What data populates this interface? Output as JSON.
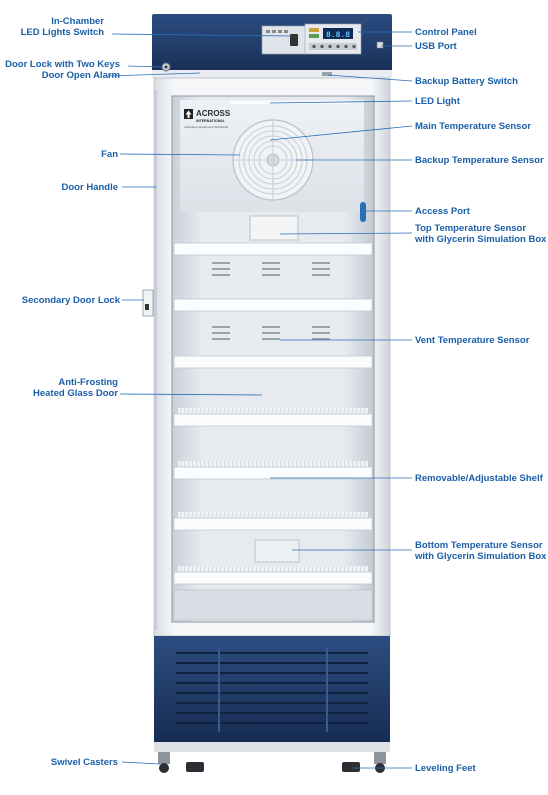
{
  "brand": {
    "logo_line1": "ACROSS",
    "logo_line2": "INTERNATIONAL",
    "logo_line3": "Laboratory Equipment Worldwide"
  },
  "display": {
    "readout": "8.8.8"
  },
  "callouts": {
    "left": [
      {
        "id": "in-chamber-led-switch",
        "lines": [
          "In-Chamber",
          "LED Lights Switch"
        ]
      },
      {
        "id": "door-lock-keys",
        "lines": [
          "Door Lock with Two Keys"
        ]
      },
      {
        "id": "door-open-alarm",
        "lines": [
          "Door Open Alarm"
        ]
      },
      {
        "id": "fan",
        "lines": [
          "Fan"
        ]
      },
      {
        "id": "door-handle",
        "lines": [
          "Door Handle"
        ]
      },
      {
        "id": "secondary-door-lock",
        "lines": [
          "Secondary Door Lock"
        ]
      },
      {
        "id": "anti-frosting-door",
        "lines": [
          "Anti-Frosting",
          "Heated Glass Door"
        ]
      },
      {
        "id": "swivel-casters",
        "lines": [
          "Swivel Casters"
        ]
      }
    ],
    "right": [
      {
        "id": "control-panel",
        "lines": [
          "Control Panel"
        ]
      },
      {
        "id": "usb-port",
        "lines": [
          "USB Port"
        ]
      },
      {
        "id": "backup-battery-switch",
        "lines": [
          "Backup Battery Switch"
        ]
      },
      {
        "id": "led-light",
        "lines": [
          "LED Light"
        ]
      },
      {
        "id": "main-temp-sensor",
        "lines": [
          "Main Temperature Sensor"
        ]
      },
      {
        "id": "backup-temp-sensor",
        "lines": [
          "Backup Temperature Sensor"
        ]
      },
      {
        "id": "access-port",
        "lines": [
          "Access Port"
        ]
      },
      {
        "id": "top-temp-sensor",
        "lines": [
          "Top Temperature Sensor",
          "with Glycerin Simulation Box"
        ]
      },
      {
        "id": "vent-temp-sensor",
        "lines": [
          "Vent Temperature Sensor"
        ]
      },
      {
        "id": "removable-shelf",
        "lines": [
          "Removable/Adjustable Shelf"
        ]
      },
      {
        "id": "bottom-temp-sensor",
        "lines": [
          "Bottom Temperature Sensor",
          "with Glycerin Simulation Box"
        ]
      },
      {
        "id": "leveling-feet",
        "lines": [
          "Leveling Feet"
        ]
      }
    ]
  },
  "colors": {
    "label": "#1a5fa8",
    "line": "#2a6fb8",
    "cabinet_navy": "#1f3a66",
    "cabinet_frame": "#e9ecef",
    "interior": "#dfe4ea",
    "shelf": "#fbfcfd"
  }
}
